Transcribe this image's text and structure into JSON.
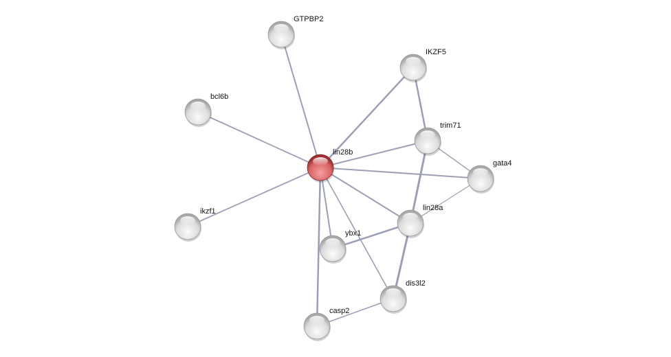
{
  "network": {
    "query_node": "lin28b",
    "colors": {
      "query_node": "#e06666",
      "other_node": "#e6e6e6",
      "edge": "#9a9fb5",
      "label": "#111111"
    },
    "nodes": [
      {
        "id": "GTPBP2",
        "label": "GTPBP2"
      },
      {
        "id": "IKZF5",
        "label": "IKZF5"
      },
      {
        "id": "bcl6b",
        "label": "bcl6b"
      },
      {
        "id": "trim71",
        "label": "trim71"
      },
      {
        "id": "lin28b",
        "label": "lin28b"
      },
      {
        "id": "gata4",
        "label": "gata4"
      },
      {
        "id": "ikzf1",
        "label": "ikzf1"
      },
      {
        "id": "lin28a",
        "label": "lin28a"
      },
      {
        "id": "ybx1",
        "label": "ybx1"
      },
      {
        "id": "dis3l2",
        "label": "dis3l2"
      },
      {
        "id": "casp2",
        "label": "casp2"
      }
    ],
    "edges": [
      {
        "source": "lin28b",
        "target": "GTPBP2",
        "weight": 2
      },
      {
        "source": "lin28b",
        "target": "IKZF5",
        "weight": 2.5
      },
      {
        "source": "lin28b",
        "target": "bcl6b",
        "weight": 1.8
      },
      {
        "source": "lin28b",
        "target": "trim71",
        "weight": 2
      },
      {
        "source": "lin28b",
        "target": "gata4",
        "weight": 2
      },
      {
        "source": "lin28b",
        "target": "ikzf1",
        "weight": 1.8
      },
      {
        "source": "lin28b",
        "target": "lin28a",
        "weight": 2
      },
      {
        "source": "lin28b",
        "target": "ybx1",
        "weight": 2
      },
      {
        "source": "lin28b",
        "target": "dis3l2",
        "weight": 1.6
      },
      {
        "source": "lin28b",
        "target": "casp2",
        "weight": 2.5
      },
      {
        "source": "IKZF5",
        "target": "trim71",
        "weight": 2.5
      },
      {
        "source": "trim71",
        "target": "gata4",
        "weight": 1.4
      },
      {
        "source": "trim71",
        "target": "lin28a",
        "weight": 3
      },
      {
        "source": "gata4",
        "target": "lin28a",
        "weight": 1.2
      },
      {
        "source": "lin28a",
        "target": "ybx1",
        "weight": 2.5
      },
      {
        "source": "lin28a",
        "target": "dis3l2",
        "weight": 3
      },
      {
        "source": "dis3l2",
        "target": "casp2",
        "weight": 1.6
      }
    ]
  }
}
